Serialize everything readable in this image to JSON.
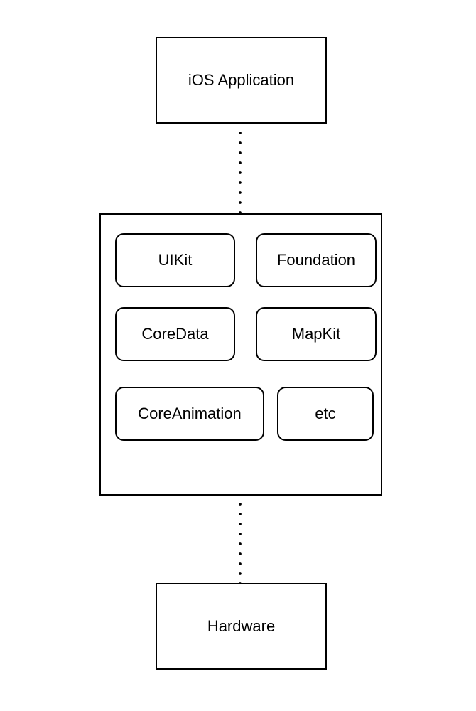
{
  "diagram": {
    "top_box": {
      "label": "iOS Application"
    },
    "frameworks": [
      {
        "label": "UIKit"
      },
      {
        "label": "Foundation"
      },
      {
        "label": "CoreData"
      },
      {
        "label": "MapKit"
      },
      {
        "label": "CoreAnimation"
      },
      {
        "label": "etc"
      }
    ],
    "bottom_box": {
      "label": "Hardware"
    }
  }
}
